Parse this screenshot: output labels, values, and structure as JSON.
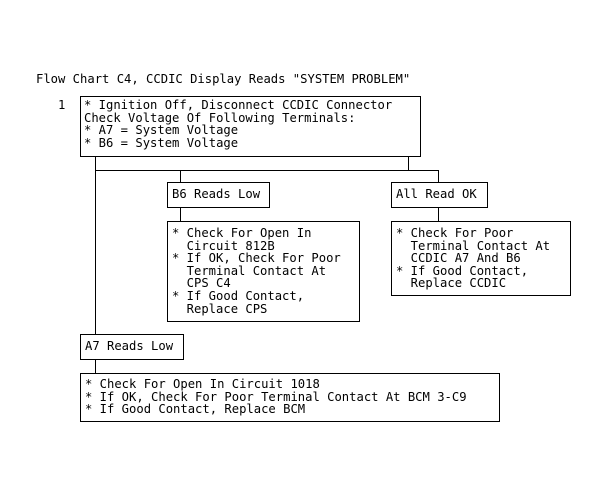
{
  "title": "Flow Chart C4, CCDIC Display Reads \"SYSTEM PROBLEM\"",
  "step_number": "1",
  "step1": {
    "lines": [
      "* Ignition Off, Disconnect CCDIC Connector",
      "Check Voltage Of Following Terminals:",
      "* A7 = System Voltage",
      "* B6 = System Voltage"
    ]
  },
  "b6_reads_low": {
    "label": "B6 Reads Low",
    "lines": [
      "* Check For Open In",
      "  Circuit 812B",
      "* If OK, Check For Poor",
      "  Terminal Contact At",
      "  CPS C4",
      "* If Good Contact,",
      "  Replace CPS"
    ]
  },
  "all_read_ok": {
    "label": "All Read OK",
    "lines": [
      "* Check For Poor",
      "  Terminal Contact At",
      "  CCDIC A7 And B6",
      "* If Good Contact,",
      "  Replace CCDIC"
    ]
  },
  "a7_reads_low": {
    "label": "A7 Reads Low",
    "lines": [
      "* Check For Open In Circuit 1018",
      "* If OK, Check For Poor Terminal Contact At BCM 3-C9",
      "* If Good Contact, Replace BCM"
    ]
  }
}
